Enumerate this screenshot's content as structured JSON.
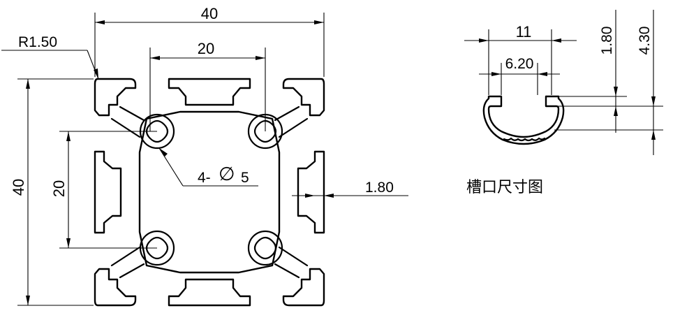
{
  "main_view": {
    "dim_overall_width": "40",
    "dim_overall_height": "40",
    "dim_center_width": "20",
    "dim_center_height": "20",
    "dim_corner_radius": "R1.50",
    "dim_hole_prefix": "4-",
    "dim_hole_symbol": "∅",
    "dim_hole_value": "5",
    "dim_wall": "1.80"
  },
  "slot_detail": {
    "dim_slot_width": "11",
    "dim_slot_opening": "6.20",
    "dim_lip": "1.80",
    "dim_depth": "4.30",
    "caption": "槽口尺寸图"
  }
}
